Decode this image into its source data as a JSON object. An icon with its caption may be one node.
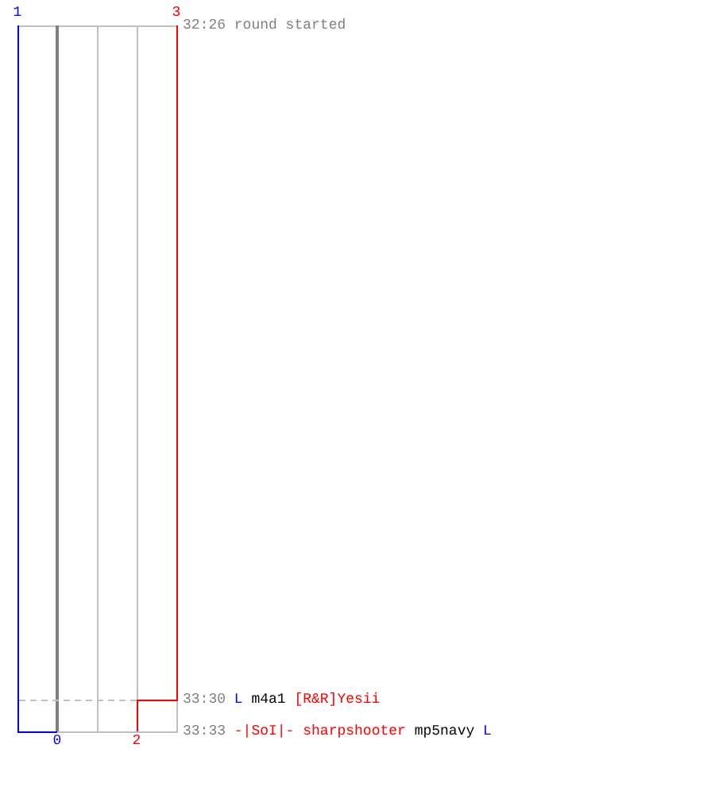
{
  "diagram": {
    "labels": [
      "1",
      "3",
      "32:26 round started",
      "33:30",
      "L",
      "m4a1",
      "[R&R]Yesii",
      "33:33",
      "-|SoI|- sharpshooter",
      "mp5navy",
      "L",
      "0",
      "2"
    ]
  }
}
